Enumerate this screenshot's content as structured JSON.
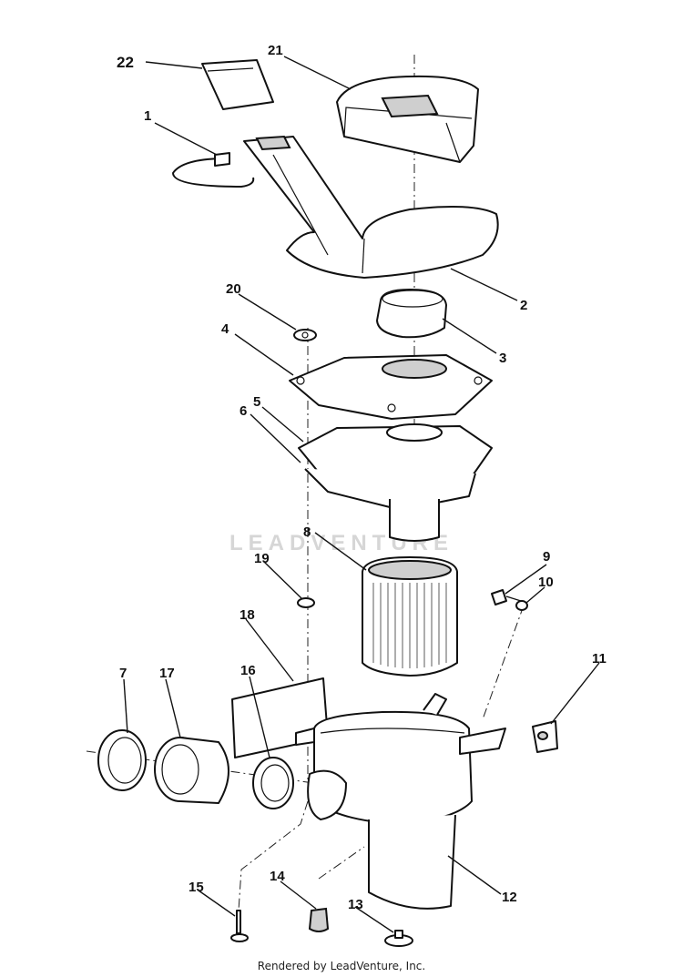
{
  "diagram": {
    "callouts": [
      "22",
      "21",
      "1",
      "2",
      "20",
      "3",
      "4",
      "5",
      "6",
      "8",
      "9",
      "10",
      "19",
      "18",
      "7",
      "17",
      "16",
      "11",
      "12",
      "14",
      "15",
      "13"
    ],
    "watermark": "LEADVENTURE"
  },
  "footer": {
    "text": "Rendered by LeadVenture, Inc."
  }
}
